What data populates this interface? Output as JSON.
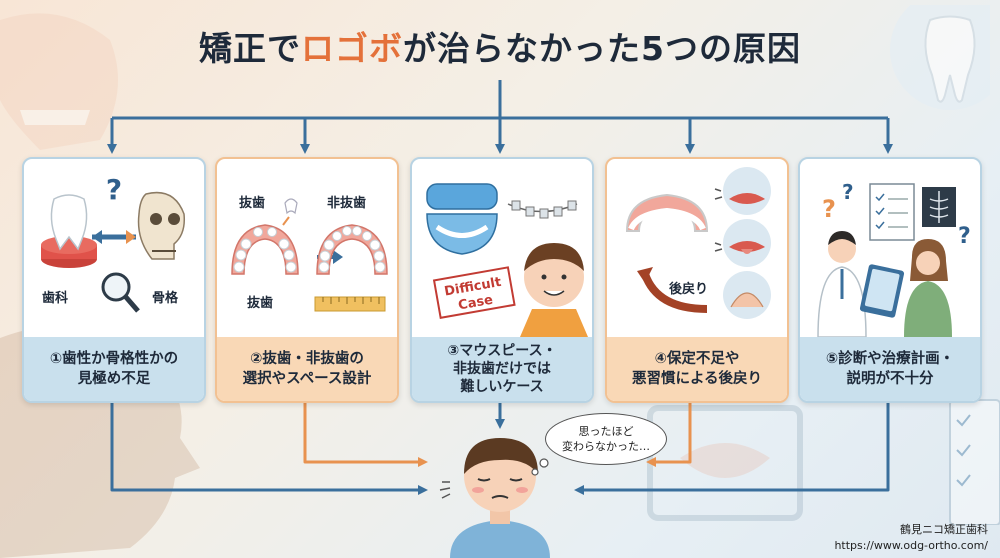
{
  "title": {
    "before": "矯正で",
    "accent": "ロゴボ",
    "after": "が治らなかった5つの原因"
  },
  "causes": [
    {
      "line1": "①歯性か骨格性かの",
      "line2": "見極め不足",
      "labels": {
        "left": "歯科",
        "right": "骨格"
      }
    },
    {
      "line1": "②抜歯・非抜歯の",
      "line2": "選択やスペース設計",
      "labels": {
        "extraction_top": "抜歯",
        "non_extraction": "非抜歯",
        "extraction_bottom": "抜歯"
      }
    },
    {
      "line1": "③マウスピース・",
      "line2": "非抜歯だけでは",
      "line3": "難しいケース",
      "labels": {
        "stamp_1": "Difficult",
        "stamp_2": "Case"
      }
    },
    {
      "line1": "④保定不足や",
      "line2": "悪習慣による後戻り",
      "labels": {
        "relapse": "後戻り"
      }
    },
    {
      "line1": "⑤診断や治療計画・",
      "line2": "説明が不十分",
      "labels": {}
    }
  ],
  "thought_bubble": {
    "line1": "思ったほど",
    "line2": "変わらなかった…"
  },
  "credit": {
    "clinic": "鶴見ニコ矯正歯科",
    "url": "https://www.odg-ortho.com/"
  },
  "colors": {
    "accent_orange": "#e4713a",
    "arrow_blue": "#3a6f9c",
    "arrow_orange": "#e8924f"
  }
}
